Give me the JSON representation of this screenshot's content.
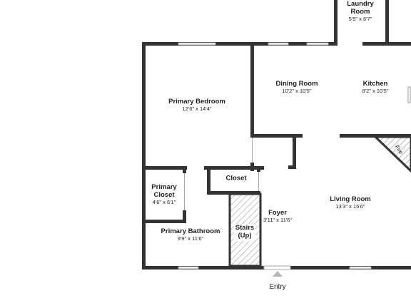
{
  "rooms": {
    "laundry": {
      "name": "Laundry\nRoom",
      "dims": "5'9\" x 6'7\""
    },
    "dining": {
      "name": "Dining Room",
      "dims": "10'2\" x 10'5\""
    },
    "kitchen": {
      "name": "Kitchen",
      "dims": "8'2\" x 10'5\""
    },
    "primary_bedroom": {
      "name": "Primary Bedroom",
      "dims": "12'6\" x 14'4\""
    },
    "closet": {
      "name": "Closet"
    },
    "primary_closet": {
      "name": "Primary\nCloset",
      "dims": "4'6\" x 6'1\""
    },
    "primary_bathroom": {
      "name": "Primary Bathroom",
      "dims": "9'9\" x 11'6\""
    },
    "stairs": {
      "name": "Stairs\n(Up)"
    },
    "foyer": {
      "name": "Foyer",
      "dims": "3'11\" x 11'6\""
    },
    "living_room": {
      "name": "Living Room",
      "dims": "13'3\" x 15'6\""
    }
  },
  "fireplace_label": "Fire",
  "entry_label": "Entry",
  "colors": {
    "wall": "#333333",
    "window": "#9a9a9a",
    "stairs_hatch": "#888888",
    "entry_marker": "#b5b5b5"
  }
}
